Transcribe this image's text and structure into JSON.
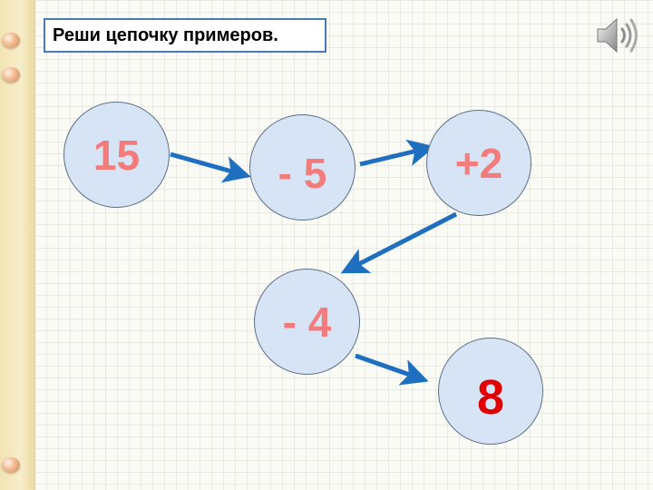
{
  "title": "Реши цепочку примеров.",
  "chain": [
    {
      "label": "15",
      "role": "start"
    },
    {
      "label": "- 5",
      "role": "operation"
    },
    {
      "label": "+2",
      "role": "operation"
    },
    {
      "label": "- 4",
      "role": "operation"
    },
    {
      "label": "8",
      "role": "answer"
    }
  ],
  "colors": {
    "circle_fill": "#d6e4f5",
    "circle_border": "#5d6f85",
    "number_text": "#f27c7c",
    "answer_text": "#e00000",
    "arrow": "#1f6fc0",
    "title_border": "#4a79b8"
  },
  "icons": {
    "speaker": "speaker-icon"
  }
}
